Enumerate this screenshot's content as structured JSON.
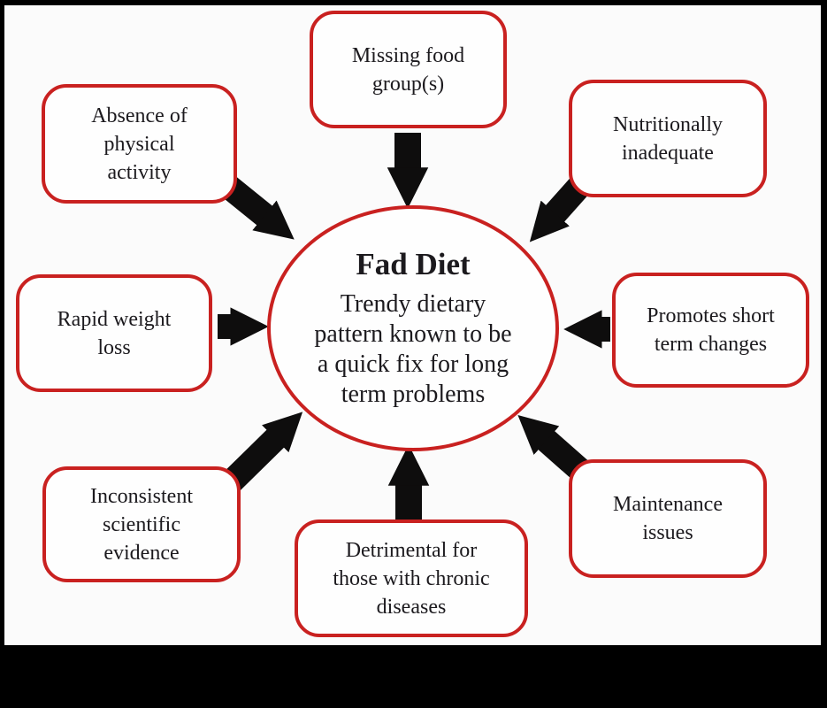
{
  "diagram": {
    "center": {
      "title": "Fad Diet",
      "description": "Trendy dietary pattern known to be a quick fix for long term problems",
      "description_lines": [
        "Trendy dietary",
        "pattern known to be",
        "a quick fix for long",
        "term problems"
      ]
    },
    "nodes": [
      {
        "id": "missing-food-groups",
        "label": "Missing food group(s)",
        "lines": [
          "Missing food",
          "group(s)"
        ]
      },
      {
        "id": "absence-of-physical-activity",
        "label": "Absence of physical activity",
        "lines": [
          "Absence of",
          "physical",
          "activity"
        ]
      },
      {
        "id": "nutritionally-inadequate",
        "label": "Nutritionally inadequate",
        "lines": [
          "Nutritionally",
          "inadequate"
        ]
      },
      {
        "id": "rapid-weight-loss",
        "label": "Rapid weight loss",
        "lines": [
          "Rapid weight",
          "loss"
        ]
      },
      {
        "id": "promotes-short-term-changes",
        "label": "Promotes short term changes",
        "lines": [
          "Promotes short",
          "term changes"
        ]
      },
      {
        "id": "inconsistent-scientific-evidence",
        "label": "Inconsistent scientific evidence",
        "lines": [
          "Inconsistent",
          "scientific",
          "evidence"
        ]
      },
      {
        "id": "detrimental-chronic-diseases",
        "label": "Detrimental for those with chronic diseases",
        "lines": [
          "Detrimental for",
          "those with chronic",
          "diseases"
        ]
      },
      {
        "id": "maintenance-issues",
        "label": "Maintenance issues",
        "lines": [
          "Maintenance",
          "issues"
        ]
      }
    ],
    "colors": {
      "background": "#fbfbfb",
      "frame": "#000000",
      "box_border": "#c92120",
      "box_fill": "#fefefe",
      "text": "#1c1a1e",
      "arrow": "#0e0d0d"
    }
  }
}
